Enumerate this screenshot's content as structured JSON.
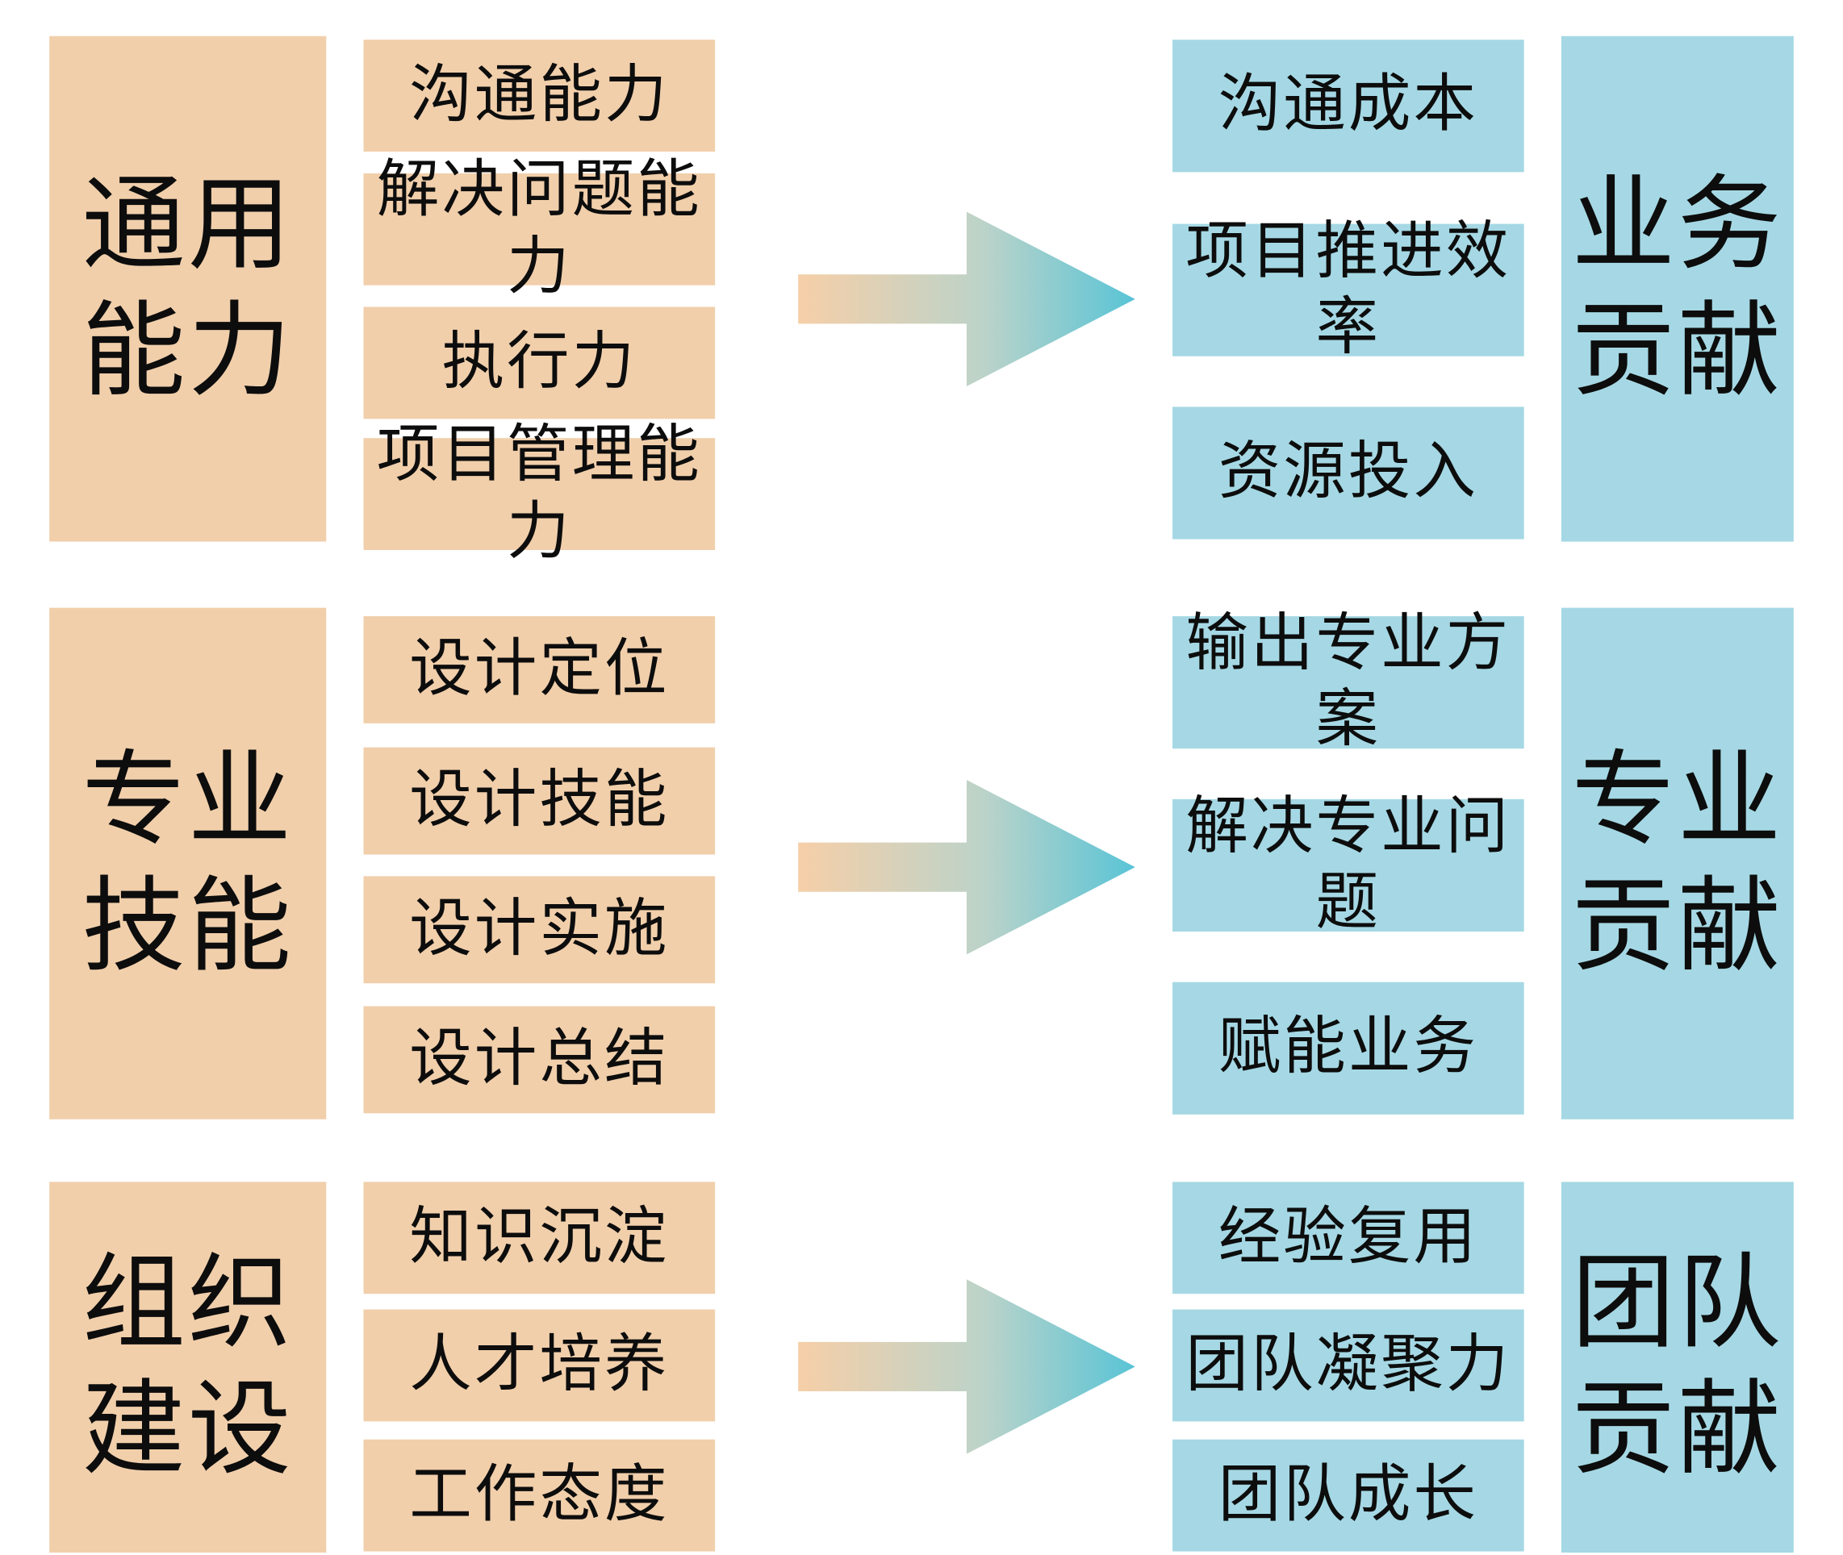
{
  "diagram": {
    "title_colors": {
      "capability_fill": "#f1cfab",
      "contribution_fill": "#a5d8e4",
      "arrow_gradient_start": "#f6cfa8",
      "arrow_gradient_end": "#59c4d6",
      "background": "#ffffff",
      "text": "#0d0d0d"
    },
    "rows": [
      {
        "category": "通用\n能力",
        "items": [
          "沟通能力",
          "解决问题能力",
          "执行力",
          "项目管理能力"
        ],
        "arrow": "arrow-right",
        "outcomes": [
          "沟通成本",
          "项目推进效率",
          "资源投入"
        ],
        "contribution": "业务\n贡献"
      },
      {
        "category": "专业\n技能",
        "items": [
          "设计定位",
          "设计技能",
          "设计实施",
          "设计总结"
        ],
        "arrow": "arrow-right",
        "outcomes": [
          "输出专业方案",
          "解决专业问题",
          "赋能业务"
        ],
        "contribution": "专业\n贡献"
      },
      {
        "category": "组织\n建设",
        "items": [
          "知识沉淀",
          "人才培养",
          "工作态度"
        ],
        "arrow": "arrow-right",
        "outcomes": [
          "经验复用",
          "团队凝聚力",
          "团队成长"
        ],
        "contribution": "团队\n贡献"
      }
    ]
  }
}
